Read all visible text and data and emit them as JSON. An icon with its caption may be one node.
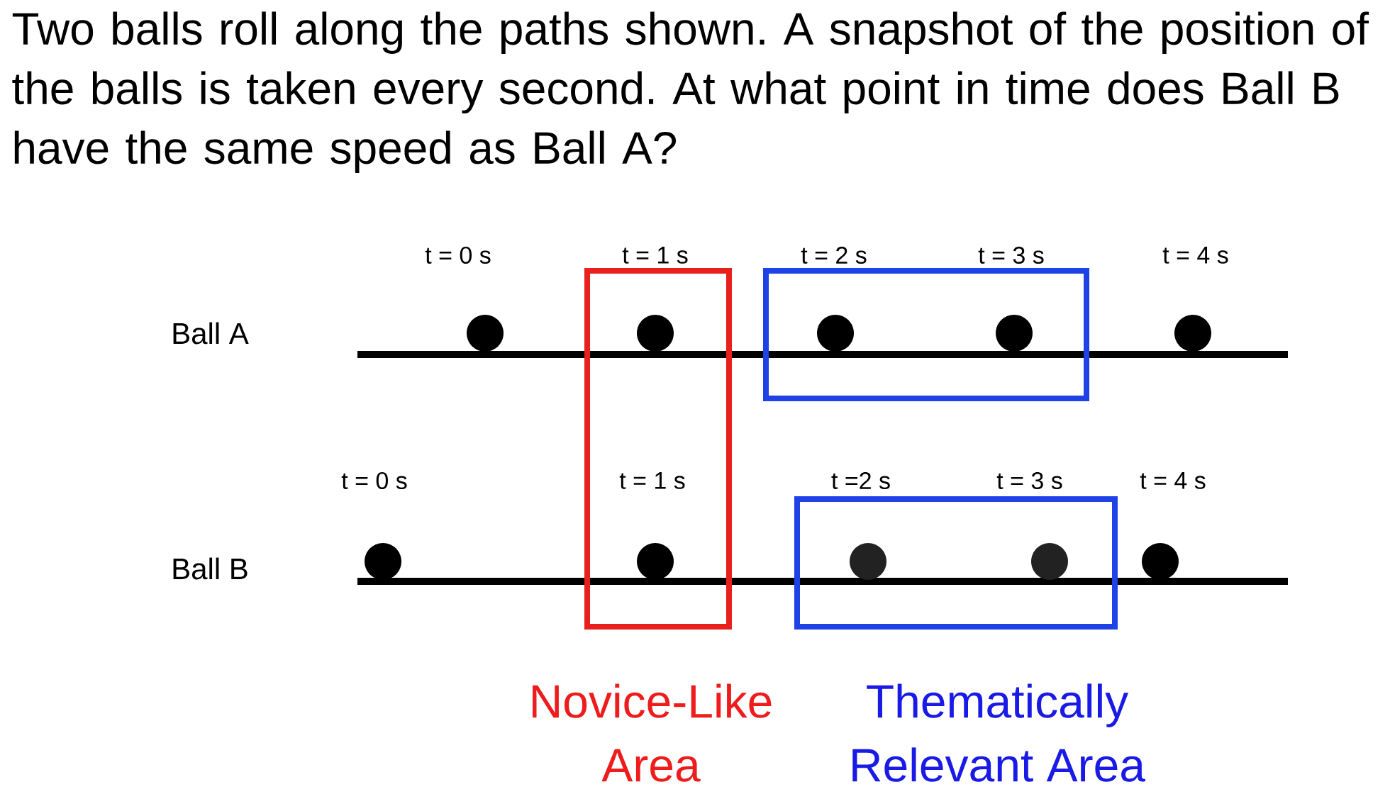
{
  "diagram": {
    "title": "Two balls roll along the paths shown. A snapshot of the position of the balls is taken every second. At what point in time does Ball B have the same speed as Ball A?",
    "nodes": [
      {
        "text": [],
        "shape": "circle",
        "beside": [
          "t = 0 s"
        ]
      },
      {
        "text": [],
        "shape": "box",
        "beside": [
          "Novice-Like Area"
        ]
      },
      {
        "text": [],
        "shape": "circle",
        "in": 1,
        "beside": [
          "t = 1 s"
        ]
      },
      {
        "text": [],
        "shape": "box"
      },
      {
        "text": [],
        "shape": "circle",
        "in": 3,
        "beside": [
          "t = 2 s"
        ]
      },
      {
        "text": [],
        "shape": "circle",
        "in": 3,
        "beside": [
          "t = 3 s"
        ]
      },
      {
        "text": [],
        "shape": "circle",
        "beside": [
          "t = 4 s"
        ]
      },
      {
        "text": [],
        "shape": "circle",
        "beside": [
          "t = 0 s"
        ]
      },
      {
        "text": [],
        "shape": "circle",
        "in": 1,
        "beside": [
          "t = 1 s"
        ]
      },
      {
        "text": [],
        "shape": "box",
        "beside": [
          "Thematically Relevant Area"
        ]
      },
      {
        "text": [],
        "shape": "circle",
        "in": 9,
        "beside": [
          "t =2 s"
        ]
      },
      {
        "text": [],
        "shape": "circle",
        "in": 9,
        "beside": [
          "t = 3 s"
        ]
      },
      {
        "text": [],
        "shape": "circle",
        "beside": [
          "t = 4 s"
        ]
      }
    ],
    "labels": [
      "Ball A",
      "Ball B"
    ]
  }
}
